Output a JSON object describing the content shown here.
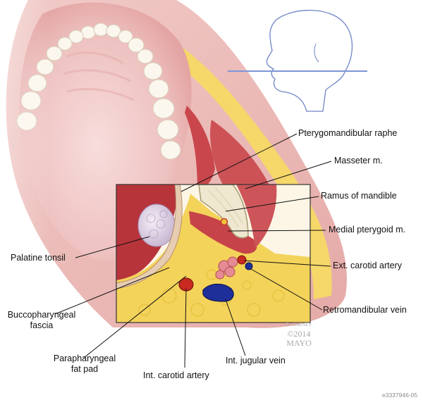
{
  "labels": {
    "pterygomandibular_raphe": "Pterygomandibular raphe",
    "masseter": "Masseter m.",
    "ramus_of_mandible": "Ramus of mandible",
    "medial_pterygoid": "Medial pterygoid m.",
    "ext_carotid_artery": "Ext. carotid artery",
    "retromandibular_vein": "Retromandibular vein",
    "palatine_tonsil": "Palatine tonsil",
    "buccopharyngeal_fascia_line1": "Buccopharyngeal",
    "buccopharyngeal_fascia_line2": "fascia",
    "parapharyngeal_fat_pad_line1": "Parapharyngeal",
    "parapharyngeal_fat_pad_line2": "fat pad",
    "int_carotid_artery": "Int. carotid artery",
    "int_jugular_vein": "Int. jugular vein"
  },
  "credit": {
    "artist": "D. CHENEY",
    "copyright": "©2014",
    "brand": "MAYO"
  },
  "image_code": "e3337946-05",
  "colors": {
    "tissue_pink": "#e8b4b2",
    "muscle_red": "#c0464a",
    "fat_yellow": "#f4d35a",
    "bone": "#efe9d6",
    "artery": "#c82a20",
    "vein": "#1f2f9a",
    "leader_line": "#111111",
    "orientation_line": "#7d95d6"
  }
}
